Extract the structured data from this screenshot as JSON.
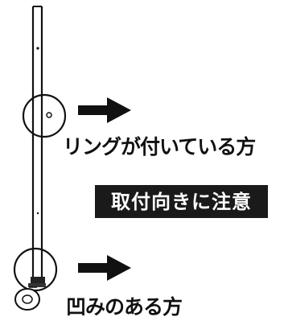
{
  "labels": {
    "ring_side": "リングが付いている方",
    "recess_side": "凹みのある方",
    "caution": "取付向きに注意"
  },
  "colors": {
    "line": "#111111",
    "caution_background": "#1a1a1a",
    "caution_text": "#ffffff"
  }
}
